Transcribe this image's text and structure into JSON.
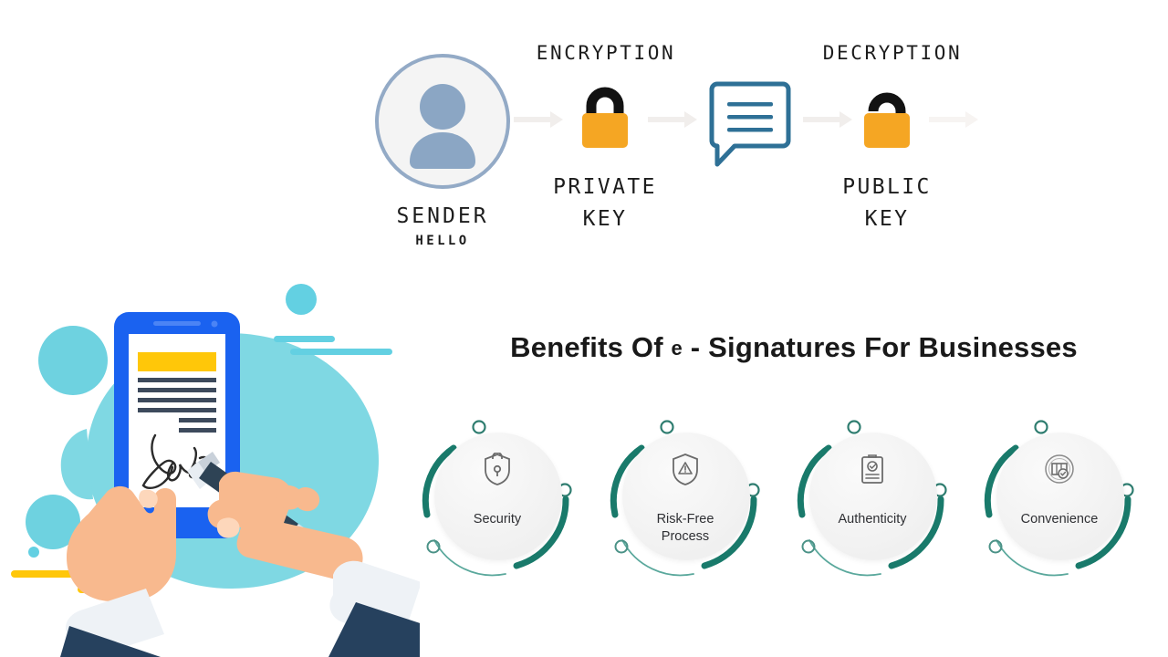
{
  "colors": {
    "teal": "#197a6b",
    "teal_light": "#5aa89c",
    "orange": "#f5a623",
    "lock_shackle": "#121212",
    "bubble_blue": "#2e7096",
    "avatar_blue": "#8ba6c4",
    "avatar_ring": "#93aac6",
    "cyan": "#63d0e2",
    "phone_blue": "#1a62f0",
    "yellow": "#ffc709",
    "suit_navy": "#26415e",
    "skin": "#f8b98e",
    "arrow_gray": "#f1eeec",
    "heading_black": "#191919"
  },
  "flow": {
    "encryption_label": "ENCRYPTION",
    "decryption_label": "DECRYPTION",
    "sender": {
      "name": "SENDER",
      "message": "HELLO",
      "icon": "user-avatar-icon"
    },
    "private_key": {
      "line1": "PRIVATE",
      "line2": "KEY",
      "icon": "closed-padlock-icon"
    },
    "public_key": {
      "line1": "PUBLIC",
      "line2": "KEY",
      "icon": "open-padlock-icon"
    },
    "message_bubble": {
      "icon": "message-bubble-icon",
      "lines": 3
    },
    "arrows": [
      "arrow-right-icon",
      "arrow-right-icon",
      "arrow-right-icon",
      "arrow-right-icon"
    ]
  },
  "illustration": {
    "name": "hand-signing-phone-illustration",
    "phone_screen": {
      "header_bar_color": "#ffc709",
      "text_lines": 6,
      "signature": "handwritten-signature"
    },
    "stylus": "stylus-pen",
    "decor": [
      "cyan-blob",
      "cyan-circle-large",
      "cyan-circle-small",
      "cyan-dot",
      "blue-line",
      "blue-line",
      "yellow-line",
      "yellow-line"
    ]
  },
  "benefits": {
    "title_part1": "Benefits Of ",
    "title_e": "e",
    "title_part2": " - Signatures For Businesses",
    "cards": [
      {
        "label": "Security",
        "icon": "shield-lock-icon"
      },
      {
        "label": "Risk-Free\nProcess",
        "label_line1": "Risk-Free",
        "label_line2": "Process",
        "icon": "shield-alert-icon"
      },
      {
        "label": "Authenticity",
        "icon": "clipboard-check-icon"
      },
      {
        "label": "Convenience",
        "icon": "package-check-circle-icon"
      }
    ]
  }
}
